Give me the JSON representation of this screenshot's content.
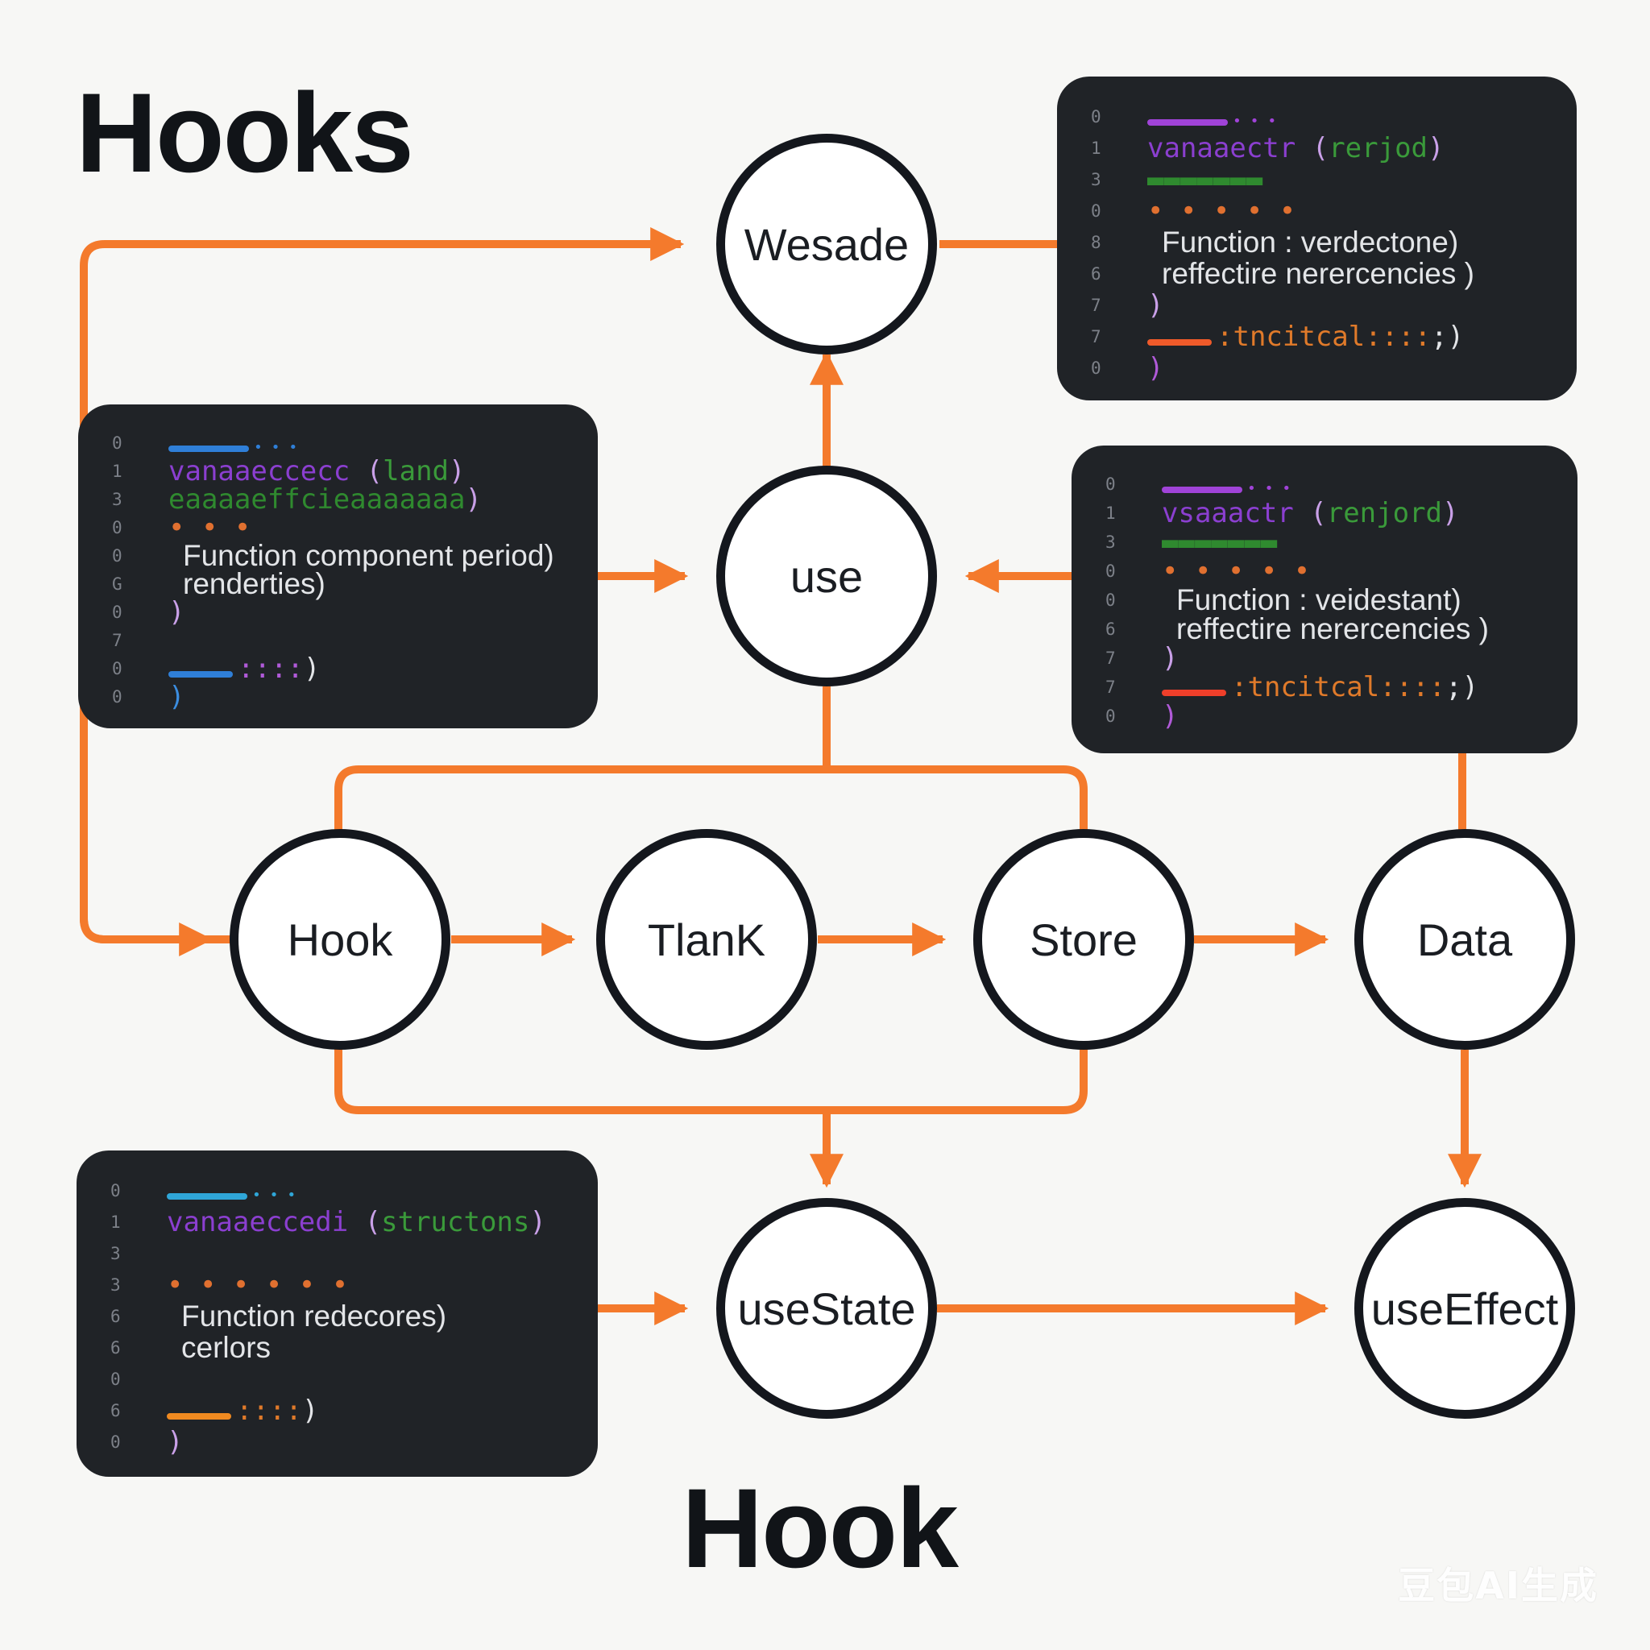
{
  "titles": {
    "main": "Hooks",
    "bottom": "Hook"
  },
  "nodes": {
    "wesade": "Wesade",
    "use": "use",
    "hook": "Hook",
    "tlank": "TlanK",
    "store": "Store",
    "data": "Data",
    "usestate": "useState",
    "useeffect": "useEffect"
  },
  "code_panels": {
    "top_right": {
      "lines": [
        {
          "num": "0",
          "kind": "header",
          "bar_color": "#a043d8"
        },
        {
          "num": "1",
          "kind": "tokens",
          "tokens": [
            {
              "text": "vanaaectr",
              "color": "#8b3fd0"
            },
            {
              "text": " (",
              "color": "#c9a0e8"
            },
            {
              "text": "rerjod",
              "color": "#3a9a3a"
            },
            {
              "text": ")",
              "color": "#c9a0e8"
            }
          ]
        },
        {
          "num": "3",
          "kind": "tokens",
          "tokens": [
            {
              "text": "▬▬▬▬▬▬▬",
              "color": "#2f8a2f"
            }
          ]
        },
        {
          "num": "0",
          "kind": "tokens",
          "tokens": [
            {
              "text": "• • • • •",
              "color": "#e07030"
            }
          ]
        },
        {
          "num": "8",
          "kind": "text",
          "text": "Function : verdectone)"
        },
        {
          "num": "6",
          "kind": "text",
          "text": "reffectire nerercencies )"
        },
        {
          "num": "7",
          "kind": "tokens",
          "tokens": [
            {
              "text": ")",
              "color": "#c9a0e8"
            }
          ]
        },
        {
          "num": "7",
          "kind": "footer",
          "bar_color": "#ef5a2a",
          "tokens": [
            {
              "text": ":tncitcal::::",
              "color": "#e07a2a"
            },
            {
              "text": ";)",
              "color": "#e3e5e8"
            }
          ]
        },
        {
          "num": "0",
          "kind": "tokens",
          "tokens": [
            {
              "text": ")",
              "color": "#b05ad8"
            }
          ]
        }
      ]
    },
    "mid_left": {
      "lines": [
        {
          "num": "0",
          "kind": "header",
          "bar_color": "#2f7fd8"
        },
        {
          "num": "1",
          "kind": "tokens",
          "tokens": [
            {
              "text": "vanaaeccecc",
              "color": "#8b3fd0"
            },
            {
              "text": " (",
              "color": "#c9a0e8"
            },
            {
              "text": "land",
              "color": "#3a9a3a"
            },
            {
              "text": ")",
              "color": "#c9a0e8"
            }
          ]
        },
        {
          "num": "3",
          "kind": "tokens",
          "tokens": [
            {
              "text": "eaaaaeffcieaaaaaaa",
              "color": "#2f8a2f"
            },
            {
              "text": ")",
              "color": "#c9a0e8"
            }
          ]
        },
        {
          "num": "0",
          "kind": "tokens",
          "tokens": [
            {
              "text": "• • •",
              "color": "#e07030"
            }
          ]
        },
        {
          "num": "0",
          "kind": "text",
          "text": "Function component period)"
        },
        {
          "num": "G",
          "kind": "text",
          "text": "renderties)"
        },
        {
          "num": "0",
          "kind": "tokens",
          "tokens": [
            {
              "text": ")",
              "color": "#c9a0e8"
            }
          ]
        },
        {
          "num": "7",
          "kind": "blank"
        },
        {
          "num": "0",
          "kind": "footer",
          "bar_color": "#2f7fd8",
          "tokens": [
            {
              "text": "::::",
              "color": "#b05ad8"
            },
            {
              "text": ")",
              "color": "#e3e5e8"
            }
          ]
        },
        {
          "num": "0",
          "kind": "tokens",
          "tokens": [
            {
              "text": ")",
              "color": "#3b8de0"
            }
          ]
        }
      ]
    },
    "mid_right": {
      "lines": [
        {
          "num": "0",
          "kind": "header",
          "bar_color": "#a043d8"
        },
        {
          "num": "1",
          "kind": "tokens",
          "tokens": [
            {
              "text": "vsaaactr",
              "color": "#8b3fd0"
            },
            {
              "text": " (",
              "color": "#c9a0e8"
            },
            {
              "text": "renjord",
              "color": "#3a9a3a"
            },
            {
              "text": ")",
              "color": "#c9a0e8"
            }
          ]
        },
        {
          "num": "3",
          "kind": "tokens",
          "tokens": [
            {
              "text": "▬▬▬▬▬▬▬",
              "color": "#2f8a2f"
            }
          ]
        },
        {
          "num": "0",
          "kind": "tokens",
          "tokens": [
            {
              "text": "• • • • •",
              "color": "#e07030"
            }
          ]
        },
        {
          "num": "0",
          "kind": "text",
          "text": "Function : veidestant)"
        },
        {
          "num": "6",
          "kind": "text",
          "text": "reffectire nerercencies )"
        },
        {
          "num": "7",
          "kind": "tokens",
          "tokens": [
            {
              "text": ")",
              "color": "#c9a0e8"
            }
          ]
        },
        {
          "num": "7",
          "kind": "footer",
          "bar_color": "#ef3f2a",
          "tokens": [
            {
              "text": ":tncitcal::::",
              "color": "#e07a2a"
            },
            {
              "text": ";)",
              "color": "#e3e5e8"
            }
          ]
        },
        {
          "num": "0",
          "kind": "tokens",
          "tokens": [
            {
              "text": ")",
              "color": "#b05ad8"
            }
          ]
        }
      ]
    },
    "bottom_left": {
      "lines": [
        {
          "num": "0",
          "kind": "header",
          "bar_color": "#2fa6d8"
        },
        {
          "num": "1",
          "kind": "tokens",
          "tokens": [
            {
              "text": "vanaaeccedi",
              "color": "#8b3fd0"
            },
            {
              "text": " (",
              "color": "#c9a0e8"
            },
            {
              "text": "structons",
              "color": "#3a9a3a"
            },
            {
              "text": ")",
              "color": "#c9a0e8"
            }
          ]
        },
        {
          "num": "3",
          "kind": "blank"
        },
        {
          "num": "3",
          "kind": "tokens",
          "tokens": [
            {
              "text": "• • • • • •",
              "color": "#e07030"
            }
          ]
        },
        {
          "num": "6",
          "kind": "text",
          "text": "Function   redecores)"
        },
        {
          "num": "6",
          "kind": "text",
          "text": "cerlors"
        },
        {
          "num": "0",
          "kind": "blank"
        },
        {
          "num": "6",
          "kind": "footer",
          "bar_color": "#f08a20",
          "tokens": [
            {
              "text": "::::",
              "color": "#e07a2a"
            },
            {
              "text": ")",
              "color": "#e3e5e8"
            }
          ]
        },
        {
          "num": "0",
          "kind": "tokens",
          "tokens": [
            {
              "text": ")",
              "color": "#c9a0e8"
            }
          ]
        }
      ]
    }
  },
  "colors": {
    "accent": "#f47a2c",
    "node_border": "#14171d",
    "panel_bg": "#202327",
    "background": "#f7f7f5"
  },
  "watermark": "豆包AI生成"
}
